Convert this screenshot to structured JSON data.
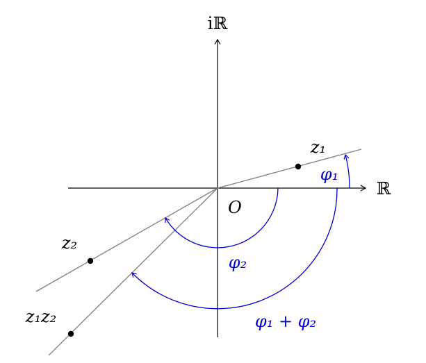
{
  "diagram": {
    "labels": {
      "imag_axis": "iℝ",
      "real_axis": "ℝ",
      "origin": "O",
      "z1": "z₁",
      "z2": "z₂",
      "z1z2": "z₁z₂",
      "phi1": "φ₁",
      "phi2": "φ₂",
      "phi1_plus_phi2": "φ₁ + φ₂"
    },
    "colors": {
      "axes": "#000000",
      "rays": "#7f7f7f",
      "angle_arcs": "#0000cc",
      "angle_labels": "#0000cc",
      "points": "#000000"
    }
  }
}
